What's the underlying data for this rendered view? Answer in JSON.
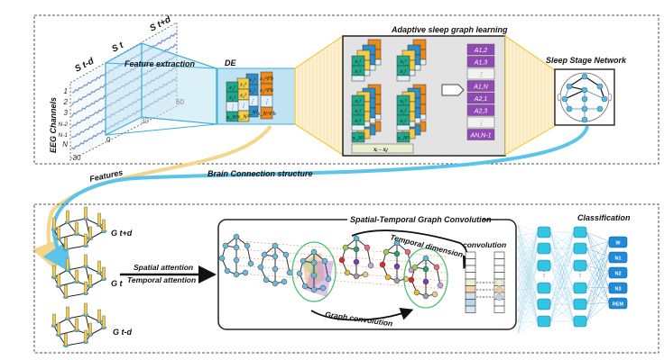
{
  "top_panel": {
    "eeg_channels_label": "EEG Channels",
    "channel_ticks": [
      "1",
      "2",
      "3",
      "N-2",
      "N-1",
      "N"
    ],
    "time_ticks": [
      "-30",
      "0",
      "30",
      "60"
    ],
    "segments": [
      "S t-d",
      "S t",
      "S t+d"
    ],
    "feature_extraction_label": "Feature extraction",
    "de_label": "DE",
    "de_cells": {
      "green": [
        "x₁¹",
        "x₂¹",
        "⋮",
        "x_N¹"
      ],
      "yellow": [
        "x₁²",
        "x₂²",
        "⋮",
        "x_N²"
      ],
      "blue": [
        "x₁³",
        "x₂³",
        "⋮",
        "x_N³"
      ],
      "orange": [
        "x₁^Fb",
        "x₂^Fb",
        "⋮",
        "x_N^Fb"
      ]
    },
    "adaptive_label": "Adaptive sleep graph learning",
    "diff_label": "xᵢ - xⱼ",
    "adjacency_entries": [
      "A1,2",
      "A1,3",
      "⋮",
      "A1,N",
      "A2,1",
      "A2,3",
      "⋮",
      "AN,N-1"
    ],
    "sleep_stage_network_label": "Sleep Stage Network"
  },
  "connectors": {
    "features_label": "Features",
    "brain_connection_label": "Brain Connection structure"
  },
  "bottom_panel": {
    "graph_labels": [
      "G t+d",
      "G t",
      "G t-d"
    ],
    "attention_labels": [
      "Spatial attention",
      "Temporal attention"
    ],
    "stgc_label": "Spatial-Temporal Graph Convolution",
    "temporal_dimension_label": "Temporal dimension",
    "convolution_label": "convolution",
    "graph_convolution_label": "Graph convolution",
    "classification_label": "Classification",
    "classes": [
      "W",
      "N1",
      "N2",
      "N3",
      "REM"
    ]
  },
  "colors": {
    "teal": "#1fa88a",
    "yellow": "#f3cc4a",
    "blue": "#2f8fc6",
    "orange": "#ee8a1c",
    "purple": "#9147b4",
    "cyan_box": "#33c6e4",
    "light_blue_fill": "#cfeaf6",
    "stroke_blue": "#3aaed8",
    "features_arrow": "#f3d68a",
    "brain_arrow": "#5cc3ea",
    "class_blue": "#1f8ad6"
  }
}
